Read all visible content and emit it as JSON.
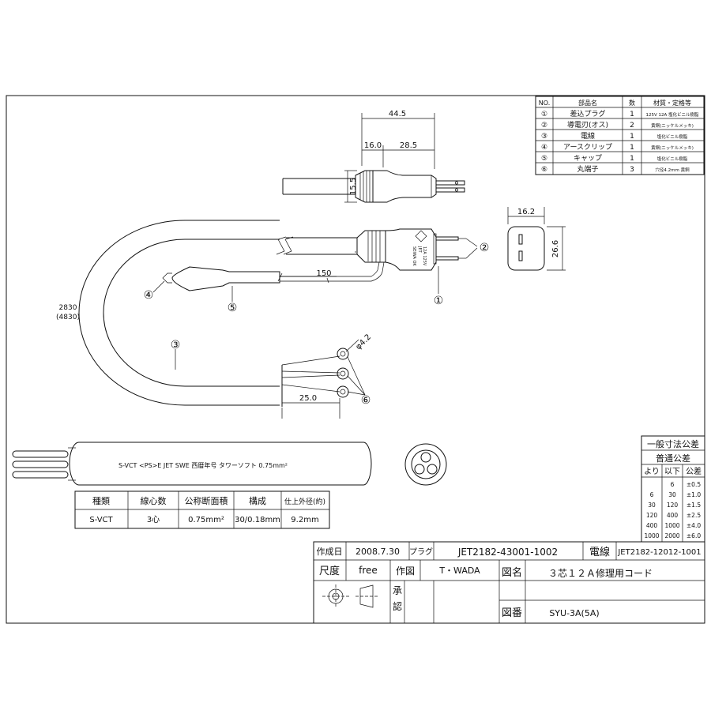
{
  "parts_table": {
    "headers": [
      "NO.",
      "部品名",
      "数",
      "材質・定格等"
    ],
    "rows": [
      {
        "no": "①",
        "name": "差込プラグ",
        "qty": "1",
        "spec": "125V 12A 塩化ビニル樹脂"
      },
      {
        "no": "②",
        "name": "導電刃(オス)",
        "qty": "2",
        "spec": "黄銅(ニッケルメッキ)"
      },
      {
        "no": "③",
        "name": "電線",
        "qty": "1",
        "spec": "塩化ビニル樹脂"
      },
      {
        "no": "④",
        "name": "アースクリップ",
        "qty": "1",
        "spec": "黄銅(ニッケルメッキ)"
      },
      {
        "no": "⑤",
        "name": "キャップ",
        "qty": "1",
        "spec": "塩化ビニル樹脂"
      },
      {
        "no": "⑥",
        "name": "丸端子",
        "qty": "3",
        "spec": "穴径4.2mm 黄銅"
      }
    ]
  },
  "dimensions": {
    "plug_length": "44.5",
    "plug_body": "16.0",
    "plug_grip": "28.5",
    "plug_height": "15.5",
    "cord_length": "2830",
    "cord_length_alt": "(4830)",
    "earth_lead": "150",
    "strip_length": "25.0",
    "terminal_hole": "φ4.2",
    "face_width": "16.2",
    "face_height": "26.6"
  },
  "plug_marking": {
    "line1": "JET",
    "line2": "12A 125V",
    "line3": "SEIWA OK"
  },
  "callouts": [
    "①",
    "②",
    "③",
    "④",
    "⑤",
    "⑥"
  ],
  "cable_print": "S-VCT  <PS>E  JET  SWE  西暦年号  タワーソフト  0.75mm²",
  "cable_spec": {
    "headers": [
      "種類",
      "線心数",
      "公称断面積",
      "構成",
      "仕上外径(約)"
    ],
    "values": [
      "S-VCT",
      "3心",
      "0.75mm²",
      "30/0.18mm",
      "9.2mm"
    ]
  },
  "tolerance": {
    "title": "一般寸法公差",
    "subtitle": "普通公差",
    "headers": [
      "より",
      "以下",
      "公差"
    ],
    "rows": [
      [
        "",
        "6",
        "±0.5"
      ],
      [
        "6",
        "30",
        "±1.0"
      ],
      [
        "30",
        "120",
        "±1.5"
      ],
      [
        "120",
        "400",
        "±2.5"
      ],
      [
        "400",
        "1000",
        "±4.0"
      ],
      [
        "1000",
        "2000",
        "±6.0"
      ]
    ]
  },
  "title_block": {
    "created_label": "作成日",
    "created_value": "2008.7.30",
    "plug_label": "プラグ",
    "plug_value": "JET2182-43001-1002",
    "wire_label": "電線",
    "wire_value": "JET2182-12012-1001",
    "scale_label": "尺度",
    "scale_value": "free",
    "drawn_label": "作図",
    "drawn_value": "T・WADA",
    "name_label": "図名",
    "name_value": "３芯１２Ａ修理用コード",
    "approve_label1": "承",
    "approve_label2": "認",
    "number_label": "図番",
    "number_value": "SYU-3A(5A)"
  }
}
